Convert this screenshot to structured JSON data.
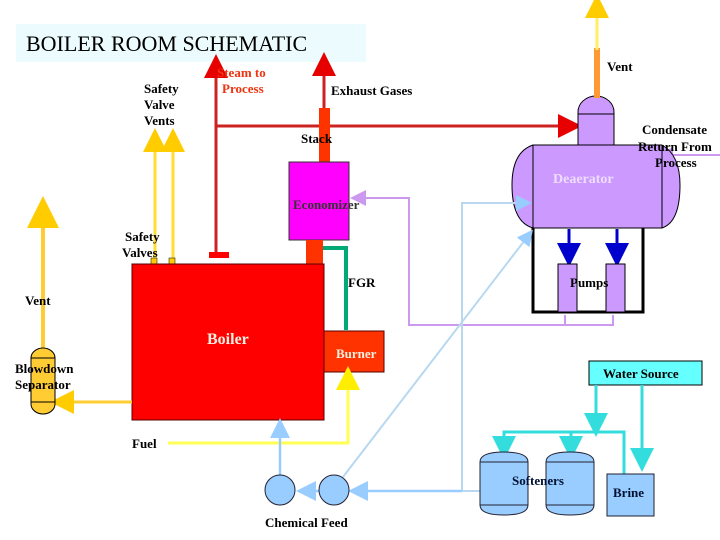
{
  "title": "BOILER ROOM SCHEMATIC",
  "colors": {
    "title_bg": "#ecfbfd",
    "boiler": "#ff0000",
    "burner": "#ff3300",
    "stack": "#ff3300",
    "economizer": "#ff00ff",
    "deaerator": "#cc99ff",
    "steam_line": "#cc2222",
    "safety_vent": "#ffcc00",
    "blowdown": "#ffcc33",
    "fgr": "#00aa77",
    "fuel": "#ffff44",
    "water": "#99ccff",
    "water_source": "#66ffff",
    "water_line": "#33dddd",
    "condensate": "#cc99ee",
    "pump_arrow": "#0000cc",
    "vent_orange": "#ff9933"
  },
  "components": {
    "boiler": "Boiler",
    "burner": "Burner",
    "economizer": "Economizer",
    "stack": "Stack",
    "deaerator": "Deaerator",
    "pumps": "Pumps",
    "blowdown_line1": "Blowdown",
    "blowdown_line2": "Separator",
    "water_source": "Water Source",
    "softeners": "Softeners",
    "brine": "Brine",
    "chemical_feed": "Chemical Feed"
  },
  "labels": {
    "steam_line1": "Steam to",
    "steam_line2": "Process",
    "exhaust": "Exhaust Gases",
    "safety_vents_1": "Safety",
    "safety_vents_2": "Valve",
    "safety_vents_3": "Vents",
    "safety_valves_1": "Safety",
    "safety_valves_2": "Valves",
    "vent_left": "Vent",
    "vent_right": "Vent",
    "fgr": "FGR",
    "fuel": "Fuel",
    "condensate_1": "Condensate",
    "condensate_2": "Return From",
    "condensate_3": "Process"
  }
}
